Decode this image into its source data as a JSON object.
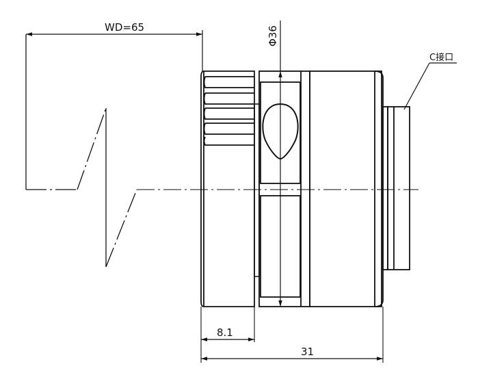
{
  "drawing": {
    "working_distance_label": "WD=65",
    "diameter_label": "Φ36",
    "mount_label": "C接口",
    "flange_dimension_label": "8.1",
    "overall_length_label": "31"
  },
  "colors": {
    "line": "#111111",
    "background": "#ffffff"
  }
}
